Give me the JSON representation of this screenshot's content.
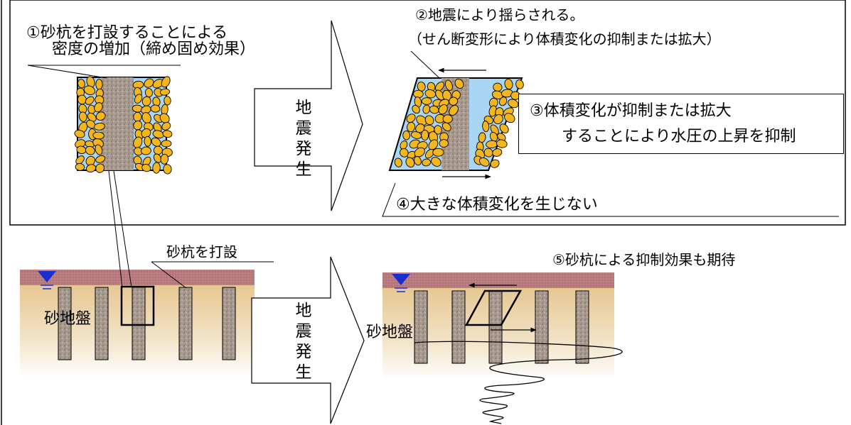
{
  "upper_panel": {
    "label1_line1": "①砂杭を打設することによる",
    "label1_line2": "密度の増加（締め固め効果）",
    "label2_line1": "②地震により揺らされる。",
    "label2_line2": "（せん断変形により体積変化の抑制または拡大）",
    "label3_line1": "③体積変化が抑制または拡大",
    "label3_line2": "することにより水圧の上昇を抑制",
    "label4": "④大きな体積変化を生じない",
    "arrow_label": "地震発生"
  },
  "lower_panel": {
    "pile_label": "砂杭を打設",
    "ground_left": "砂地盤",
    "ground_right": "砂地盤",
    "arrow_label": "地震発生",
    "label5": "⑤砂杭による抑制効果も期待"
  },
  "colors": {
    "pile": "#a89a8e",
    "gravel": "#f3b61e",
    "water": "#a9d6f5",
    "crust": "#b97a7e",
    "sand": "#e8cd98",
    "water_table": "#1a2fd0"
  }
}
